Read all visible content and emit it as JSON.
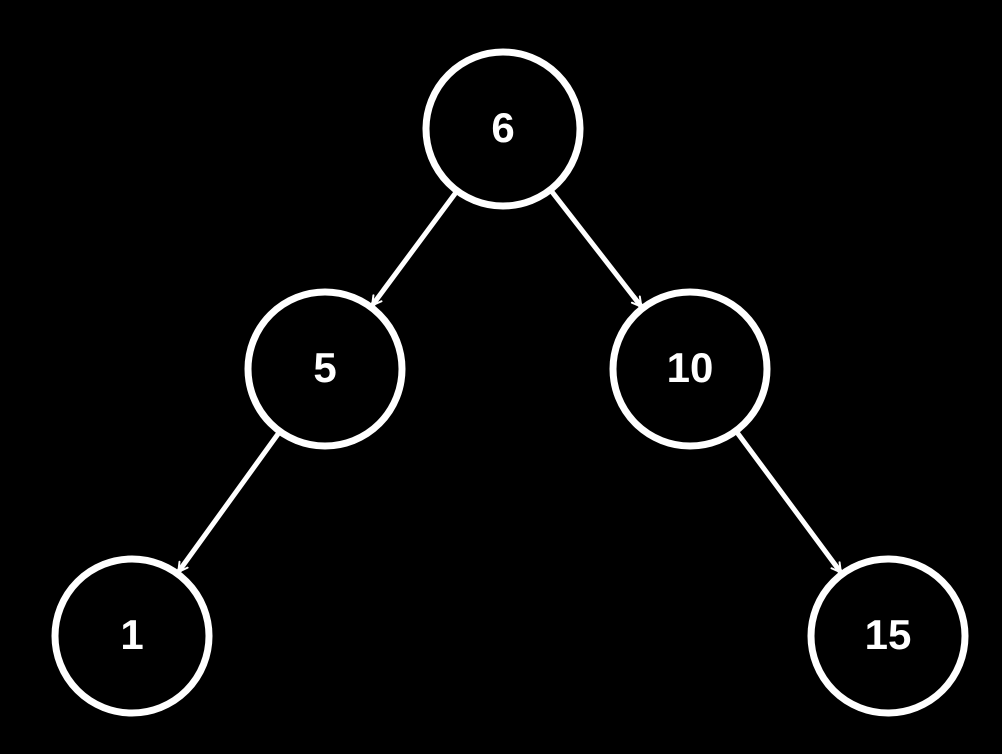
{
  "colors": {
    "background": "#000000",
    "stroke": "#ffffff",
    "label": "#ffffff"
  },
  "nodes": [
    {
      "id": "n6",
      "label": "6"
    },
    {
      "id": "n5",
      "label": "5"
    },
    {
      "id": "n10",
      "label": "10"
    },
    {
      "id": "n1",
      "label": "1"
    },
    {
      "id": "n15",
      "label": "15"
    }
  ],
  "edges": [
    {
      "from": "n6",
      "to": "n5"
    },
    {
      "from": "n6",
      "to": "n10"
    },
    {
      "from": "n5",
      "to": "n1"
    },
    {
      "from": "n10",
      "to": "n15"
    }
  ]
}
